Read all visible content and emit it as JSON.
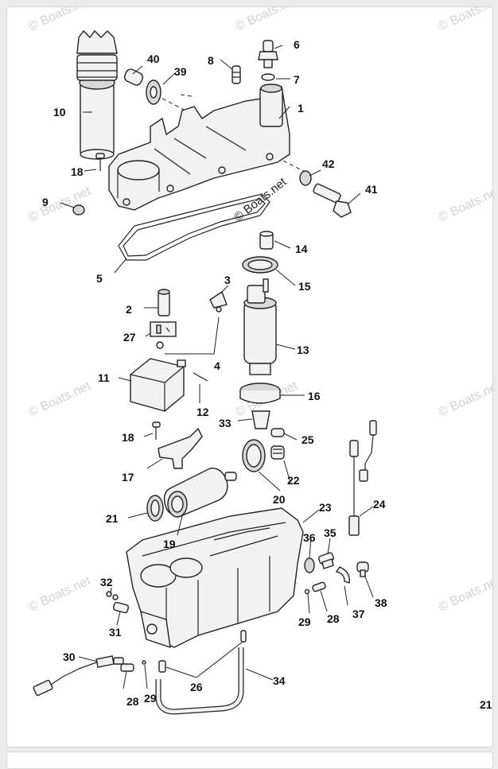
{
  "watermark": "© Boats.net",
  "page_number": "21",
  "callouts": {
    "c1": "1",
    "c2": "2",
    "c3": "3",
    "c4": "4",
    "c5": "5",
    "c6": "6",
    "c7": "7",
    "c8": "8",
    "c9": "9",
    "c10": "10",
    "c11": "11",
    "c12": "12",
    "c13": "13",
    "c14": "14",
    "c15": "15",
    "c16": "16",
    "c17": "17",
    "c18a": "18",
    "c18b": "18",
    "c19": "19",
    "c20": "20",
    "c21": "21",
    "c22": "22",
    "c23": "23",
    "c24": "24",
    "c25": "25",
    "c26": "26",
    "c27": "27",
    "c28a": "28",
    "c28b": "28",
    "c29a": "29",
    "c29b": "29",
    "c30": "30",
    "c31": "31",
    "c32": "32",
    "c33": "33",
    "c34": "34",
    "c35": "35",
    "c36": "36",
    "c37": "37",
    "c38": "38",
    "c39": "39",
    "c40": "40",
    "c41": "41",
    "c42": "42"
  }
}
